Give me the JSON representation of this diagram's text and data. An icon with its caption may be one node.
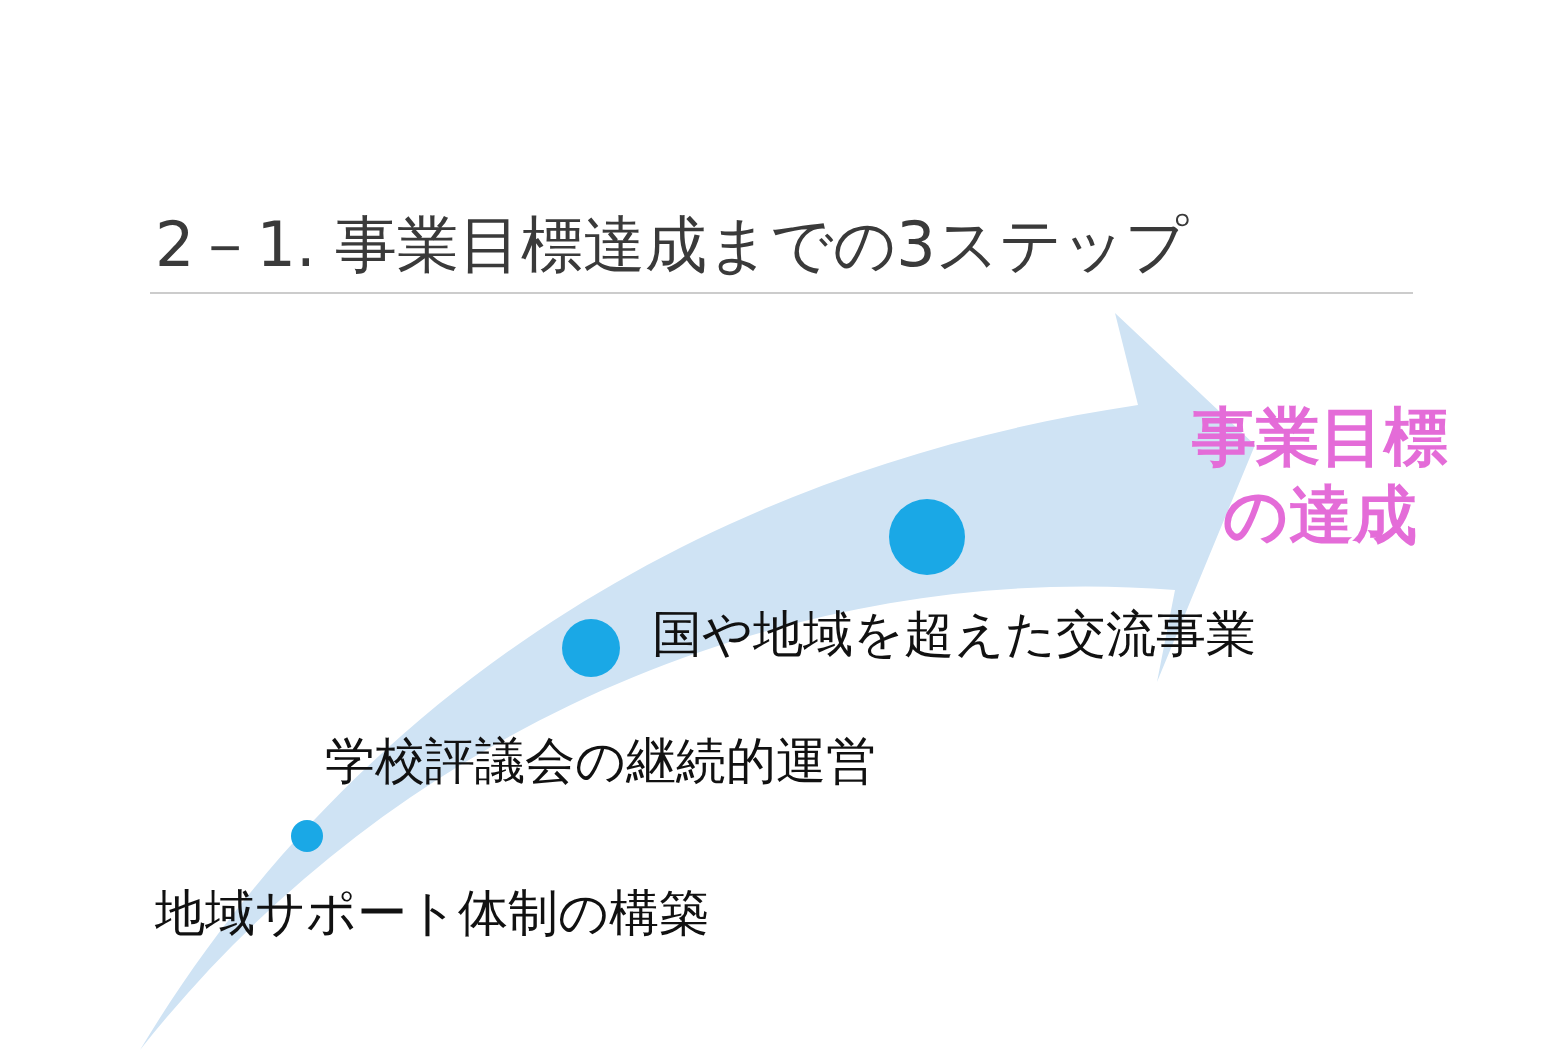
{
  "diagram": {
    "title": "2－1. 事業目標達成までの3ステップ",
    "nodes": [
      {
        "text": [],
        "shape": "circle",
        "beside": [
          "地域サポート体制の構築"
        ]
      },
      {
        "text": [],
        "shape": "circle",
        "beside": [
          "学校評議会の継続的運営"
        ]
      },
      {
        "text": [],
        "shape": "circle",
        "beside": [
          "国や地域を超えた交流事業"
        ]
      },
      {
        "text": [
          "事業目標の達成"
        ]
      }
    ],
    "edges": [
      {
        "from": null,
        "to": 3,
        "arrow": "to"
      }
    ]
  }
}
